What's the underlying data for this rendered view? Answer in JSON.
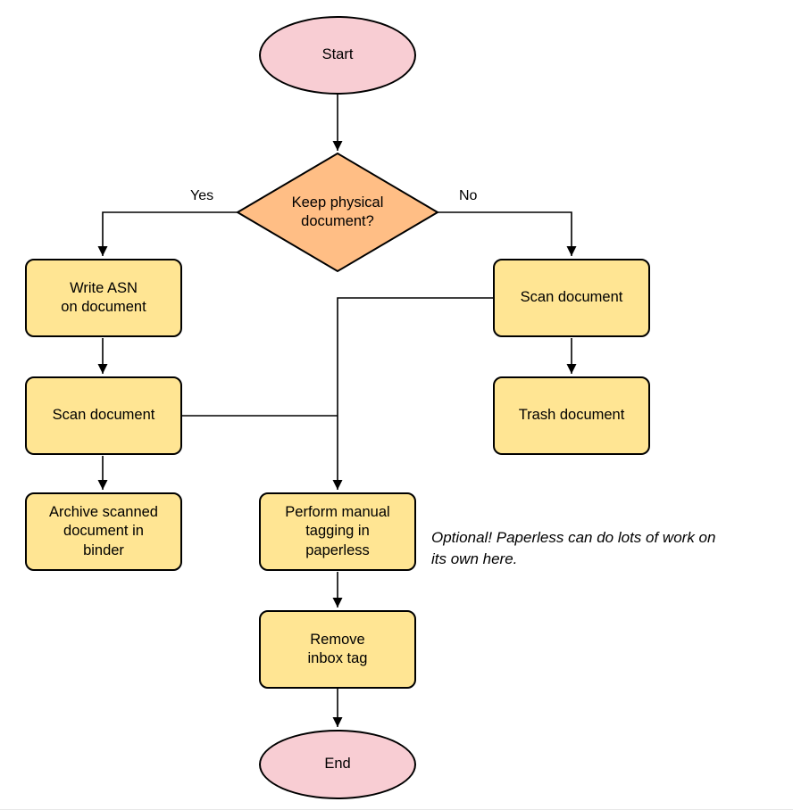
{
  "diagram": {
    "nodes": {
      "start": {
        "label": "Start"
      },
      "decision": {
        "label": "Keep physical\ndocument?"
      },
      "write_asn": {
        "label": "Write ASN\non document"
      },
      "scan_left": {
        "label": "Scan document"
      },
      "archive": {
        "label": "Archive scanned\ndocument in\nbinder"
      },
      "scan_right": {
        "label": "Scan document"
      },
      "trash": {
        "label": "Trash document"
      },
      "tagging": {
        "label": "Perform manual\ntagging in\npaperless"
      },
      "remove_inbox": {
        "label": "Remove\ninbox tag"
      },
      "end": {
        "label": "End"
      }
    },
    "edges": {
      "yes_label": "Yes",
      "no_label": "No"
    },
    "annotation": "Optional! Paperless can do lots of work on\nits own here.",
    "colors": {
      "terminal_fill": "#f8cdd3",
      "decision_fill": "#ffbe85",
      "process_fill": "#ffe593",
      "stroke": "#000000"
    }
  }
}
